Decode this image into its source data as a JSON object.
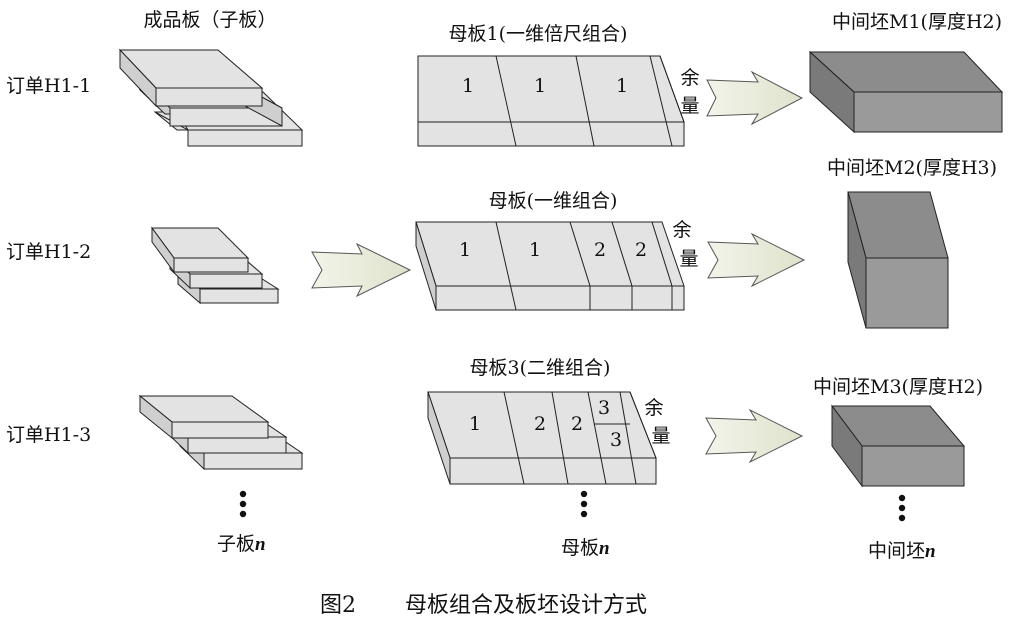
{
  "headers": {
    "child_panel": "成品板（子板）",
    "mother_1": "母板1(一维倍尺组合)",
    "mother_2": "母板(一维组合)",
    "mother_3": "母板3(二维组合)",
    "blank_1": "中间坯M1(厚度H2)",
    "blank_2": "中间坯M2(厚度H3)",
    "blank_3": "中间坯M3(厚度H2)"
  },
  "orders": [
    "订单H1-1",
    "订单H1-2",
    "订单H1-3"
  ],
  "remainder": [
    "余",
    "量"
  ],
  "segments": {
    "row1": [
      "1",
      "1",
      "1"
    ],
    "row2": [
      "1",
      "1",
      "2",
      "2"
    ],
    "row3": [
      "1",
      "2",
      "2",
      "3",
      "3"
    ]
  },
  "footer": {
    "child_prefix": "子板",
    "mother_prefix": "母板",
    "blank_prefix": "中间坯",
    "var": "n"
  },
  "caption": {
    "number": "图2",
    "title": "母板组合及板坯设计方式"
  },
  "colors": {
    "plate_light": "#e3e3e3",
    "plate_dark": "#cfcfcf",
    "blank_top": "#8c8c8c",
    "blank_front": "#9a9a9a",
    "blank_side": "#7a7a7a",
    "arrow_fill": "#e6e8d6"
  }
}
